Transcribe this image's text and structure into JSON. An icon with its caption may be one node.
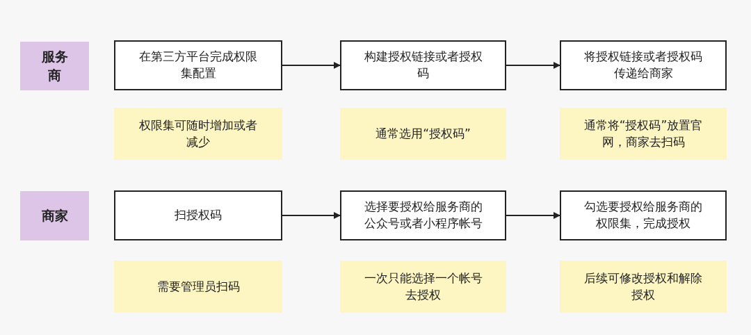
{
  "diagram": {
    "nodes": [
      {
        "text": [
          "服务商"
        ]
      },
      {
        "text": [
          "在第三方平台完成权限集配置"
        ]
      },
      {
        "text": [
          "构建授权链接或者授权码"
        ]
      },
      {
        "text": [
          "将授权链接或者授权码传递给商家"
        ]
      },
      {
        "text": [
          "权限集可随时增加或者减少"
        ]
      },
      {
        "text": [
          "通常选用“授权码”"
        ]
      },
      {
        "text": [
          "通常将“授权码”放置官网，商家去扫码"
        ]
      },
      {
        "text": [
          "商家"
        ]
      },
      {
        "text": [
          "扫授权码"
        ]
      },
      {
        "text": [
          "选择要授权给服务商的公众号或者小程序帐号"
        ]
      },
      {
        "text": [
          "勾选要授权给服务商的权限集，完成授权"
        ]
      },
      {
        "text": [
          "需要管理员扫码"
        ]
      },
      {
        "text": [
          "一次只能选择一个帐号去授权"
        ]
      },
      {
        "text": [
          "后续可修改授权和解除授权"
        ]
      }
    ],
    "edges": [
      {
        "from": 1,
        "to": 2,
        "arrow": "to"
      },
      {
        "from": 2,
        "to": 3,
        "arrow": "to"
      },
      {
        "from": 8,
        "to": 9,
        "arrow": "to"
      },
      {
        "from": 9,
        "to": 10,
        "arrow": "to"
      }
    ]
  }
}
